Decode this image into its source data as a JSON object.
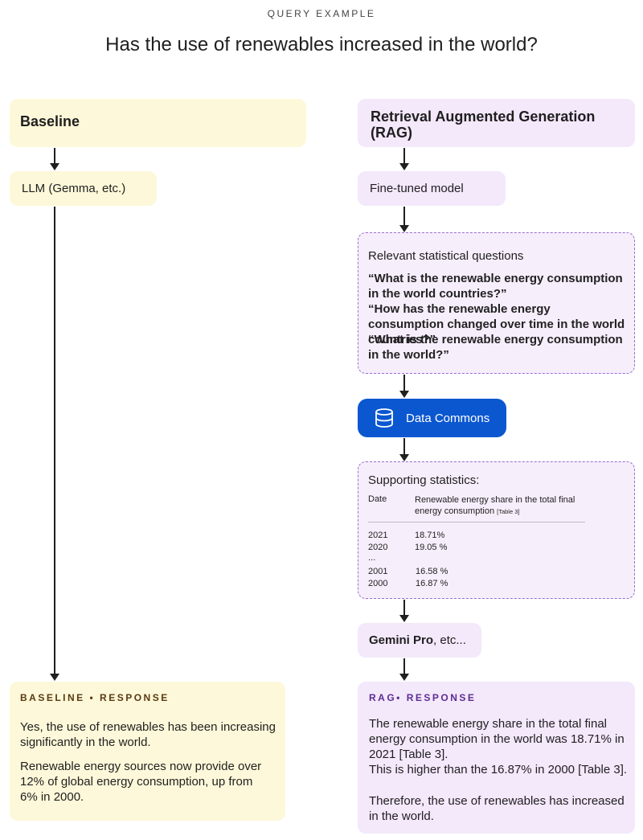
{
  "header": {
    "eyebrow": "QUERY EXAMPLE",
    "title": "Has the use of renewables increased in the world?"
  },
  "baseline": {
    "title": "Baseline",
    "model": "LLM (Gemma, etc.)",
    "response_label": "BASELINE • RESPONSE",
    "response_p1": "Yes, the use of renewables has been increasing significantly in the world.",
    "response_p2": "Renewable energy sources now provide over 12% of global energy consumption, up from 6%  in 2000."
  },
  "rag": {
    "title": "Retrieval Augmented Generation (RAG)",
    "model": "Fine-tuned model",
    "questions_title": "Relevant statistical questions",
    "questions": [
      "“What is the renewable energy consumption in the world countries?”",
      "“How has the renewable energy consumption changed over time in the world countries?”",
      "“What is the renewable energy consumption in the world?”"
    ],
    "data_commons": "Data Commons",
    "stats_title": "Supporting statistics:",
    "stats_col_date": "Date",
    "stats_col_value": "Renewable energy share in the total final energy consumption",
    "stats_col_ref": "[Table 3]",
    "stats_rows": [
      {
        "date": "2021",
        "value": "18.71%"
      },
      {
        "date": "2020",
        "value": "19.05 %"
      },
      {
        "date": "...",
        "value": ""
      },
      {
        "date": "2001",
        "value": "16.58 %"
      },
      {
        "date": "2000",
        "value": "16.87 %"
      }
    ],
    "llm_bold": "Gemini Pro",
    "llm_rest": ", etc...",
    "response_label": "RAG• RESPONSE",
    "response_p1": "The renewable energy share in the total final energy consumption in the world was 18.71% in 2021 [Table 3].",
    "response_p2": "This is higher than the 16.87% in 2000 [Table 3].",
    "response_p3": "Therefore, the use of renewables has increased in the world."
  },
  "colors": {
    "yellow_box": "#fdf8d9",
    "purple_box": "#f4e8fb",
    "dashed_border": "#9a6fcf",
    "data_commons_blue": "#0b57d0",
    "baseline_label": "#5a3a12",
    "rag_label": "#5b2d91"
  },
  "icons": {
    "data_commons": "database-icon"
  }
}
